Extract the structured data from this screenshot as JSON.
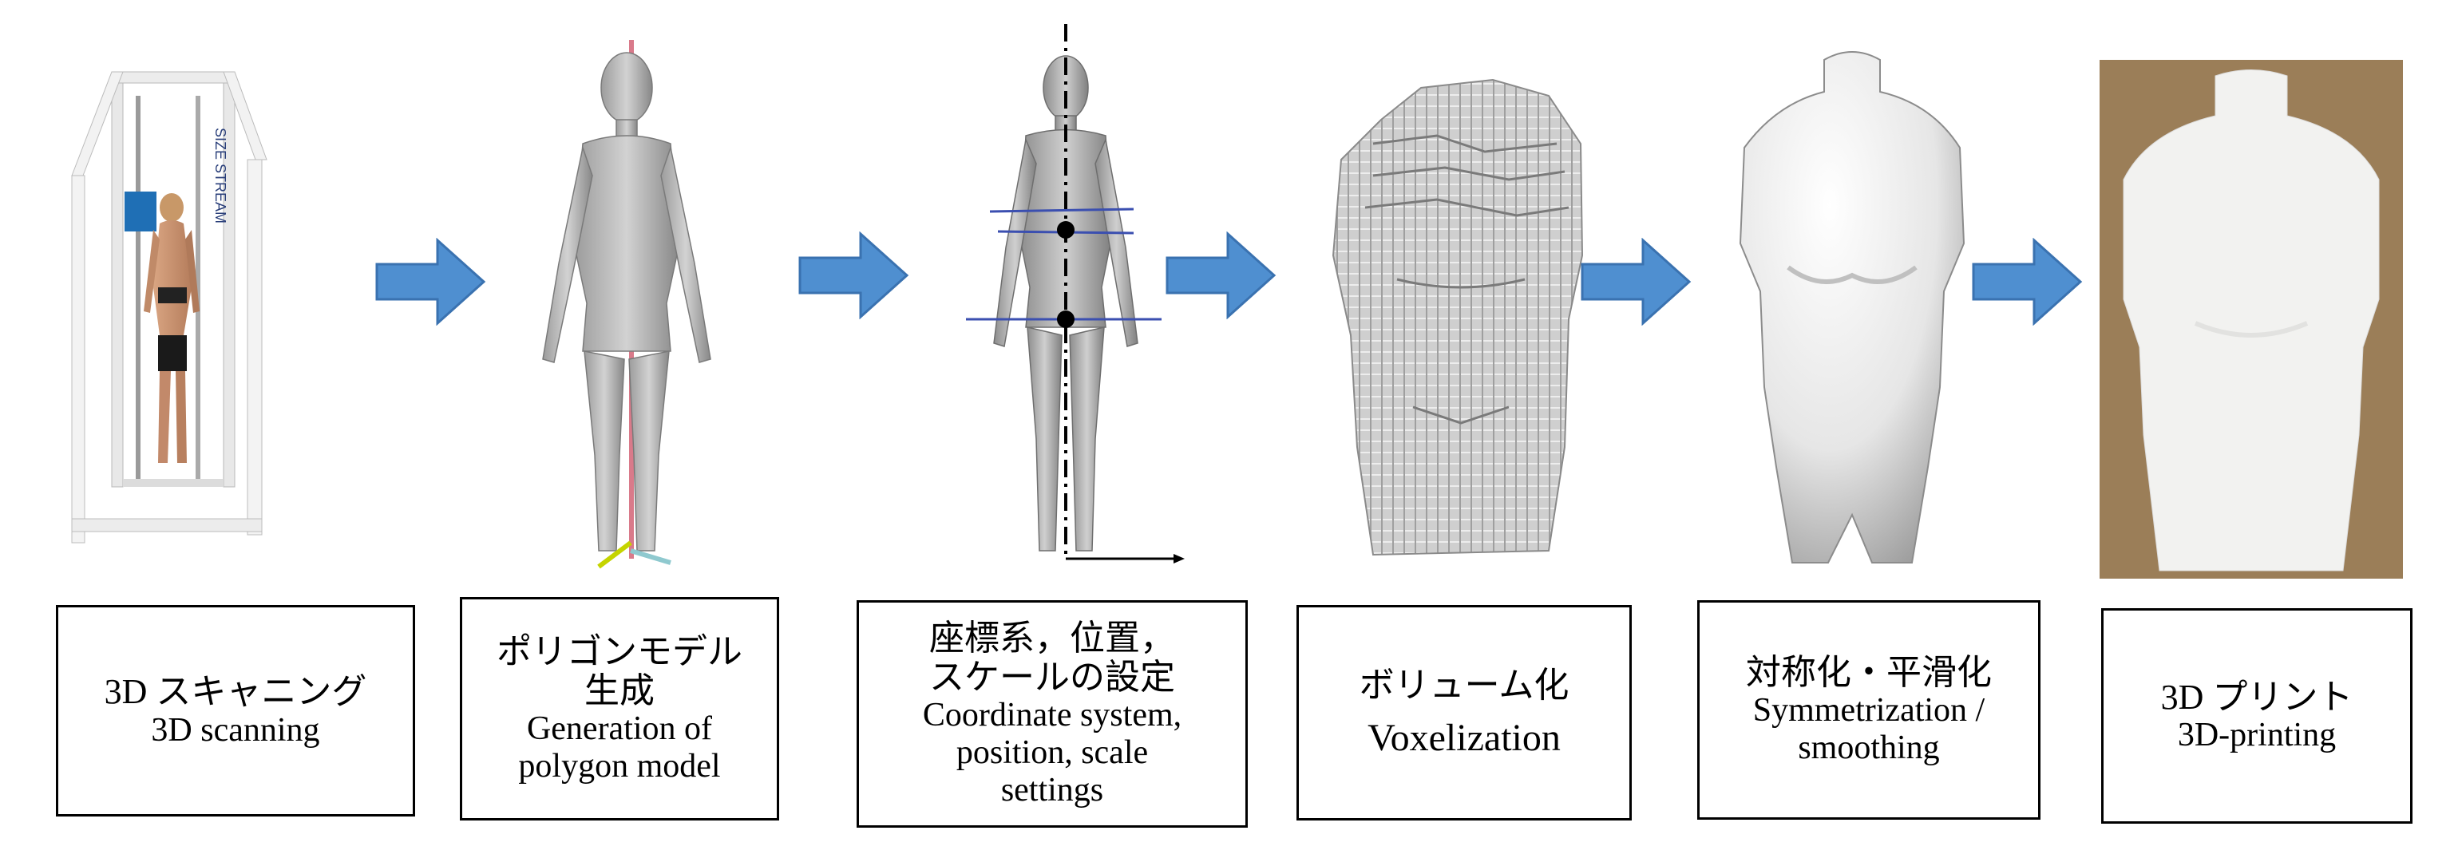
{
  "steps": [
    {
      "jp": "3D スキャニング",
      "en": "3D scanning",
      "image": "body-scanner-booth-photo"
    },
    {
      "jp": "ポリゴンモデル\n生成",
      "en": "Generation of\npolygon model",
      "image": "polygon-body-model"
    },
    {
      "jp": "座標系，位置，\nスケールの設定",
      "en": "Coordinate system,\nposition, scale\nsettings",
      "image": "body-model-with-axes"
    },
    {
      "jp": "ボリューム化",
      "en": "Voxelization",
      "image": "voxel-torso"
    },
    {
      "jp": "対称化・平滑化",
      "en": "Symmetrization /\nsmoothing",
      "image": "smooth-torso-render"
    },
    {
      "jp": "3D プリント",
      "en": "3D-printing",
      "image": "printed-torso-photo"
    }
  ],
  "scanner_brand": "SIZE STREAM",
  "colors": {
    "arrow": "#4f8fd0",
    "arrow_stroke": "#3a72b0",
    "box_border": "#000000"
  }
}
